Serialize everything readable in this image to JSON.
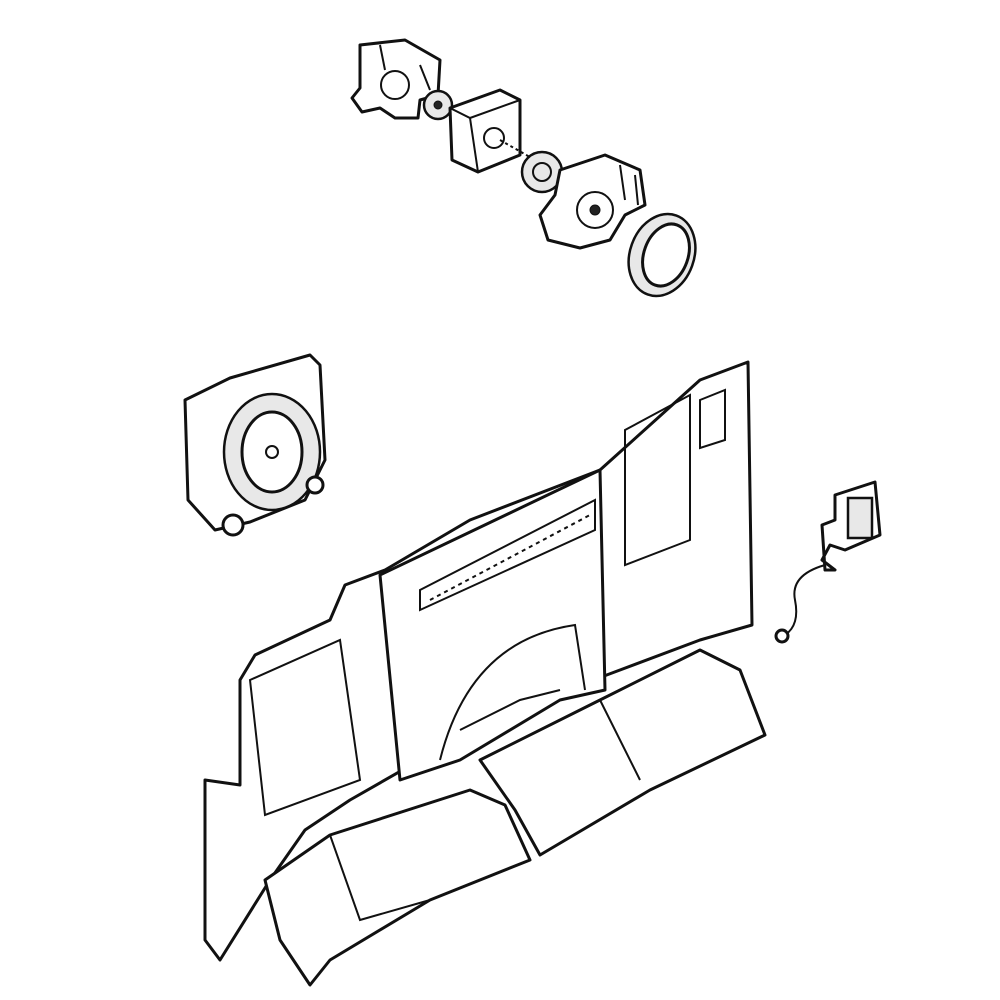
{
  "diagram": {
    "colors": {
      "line": "#111111",
      "background": "#ffffff",
      "shade": "#e8e8e8"
    },
    "parts": [
      "left-bracket",
      "damper-gear",
      "motor-housing",
      "drive-gear",
      "right-bracket",
      "fan-wheel",
      "fan-housing",
      "rear-panel",
      "left-duct-cover",
      "right-duct-cover",
      "sensor-module",
      "sensor-wire"
    ]
  }
}
